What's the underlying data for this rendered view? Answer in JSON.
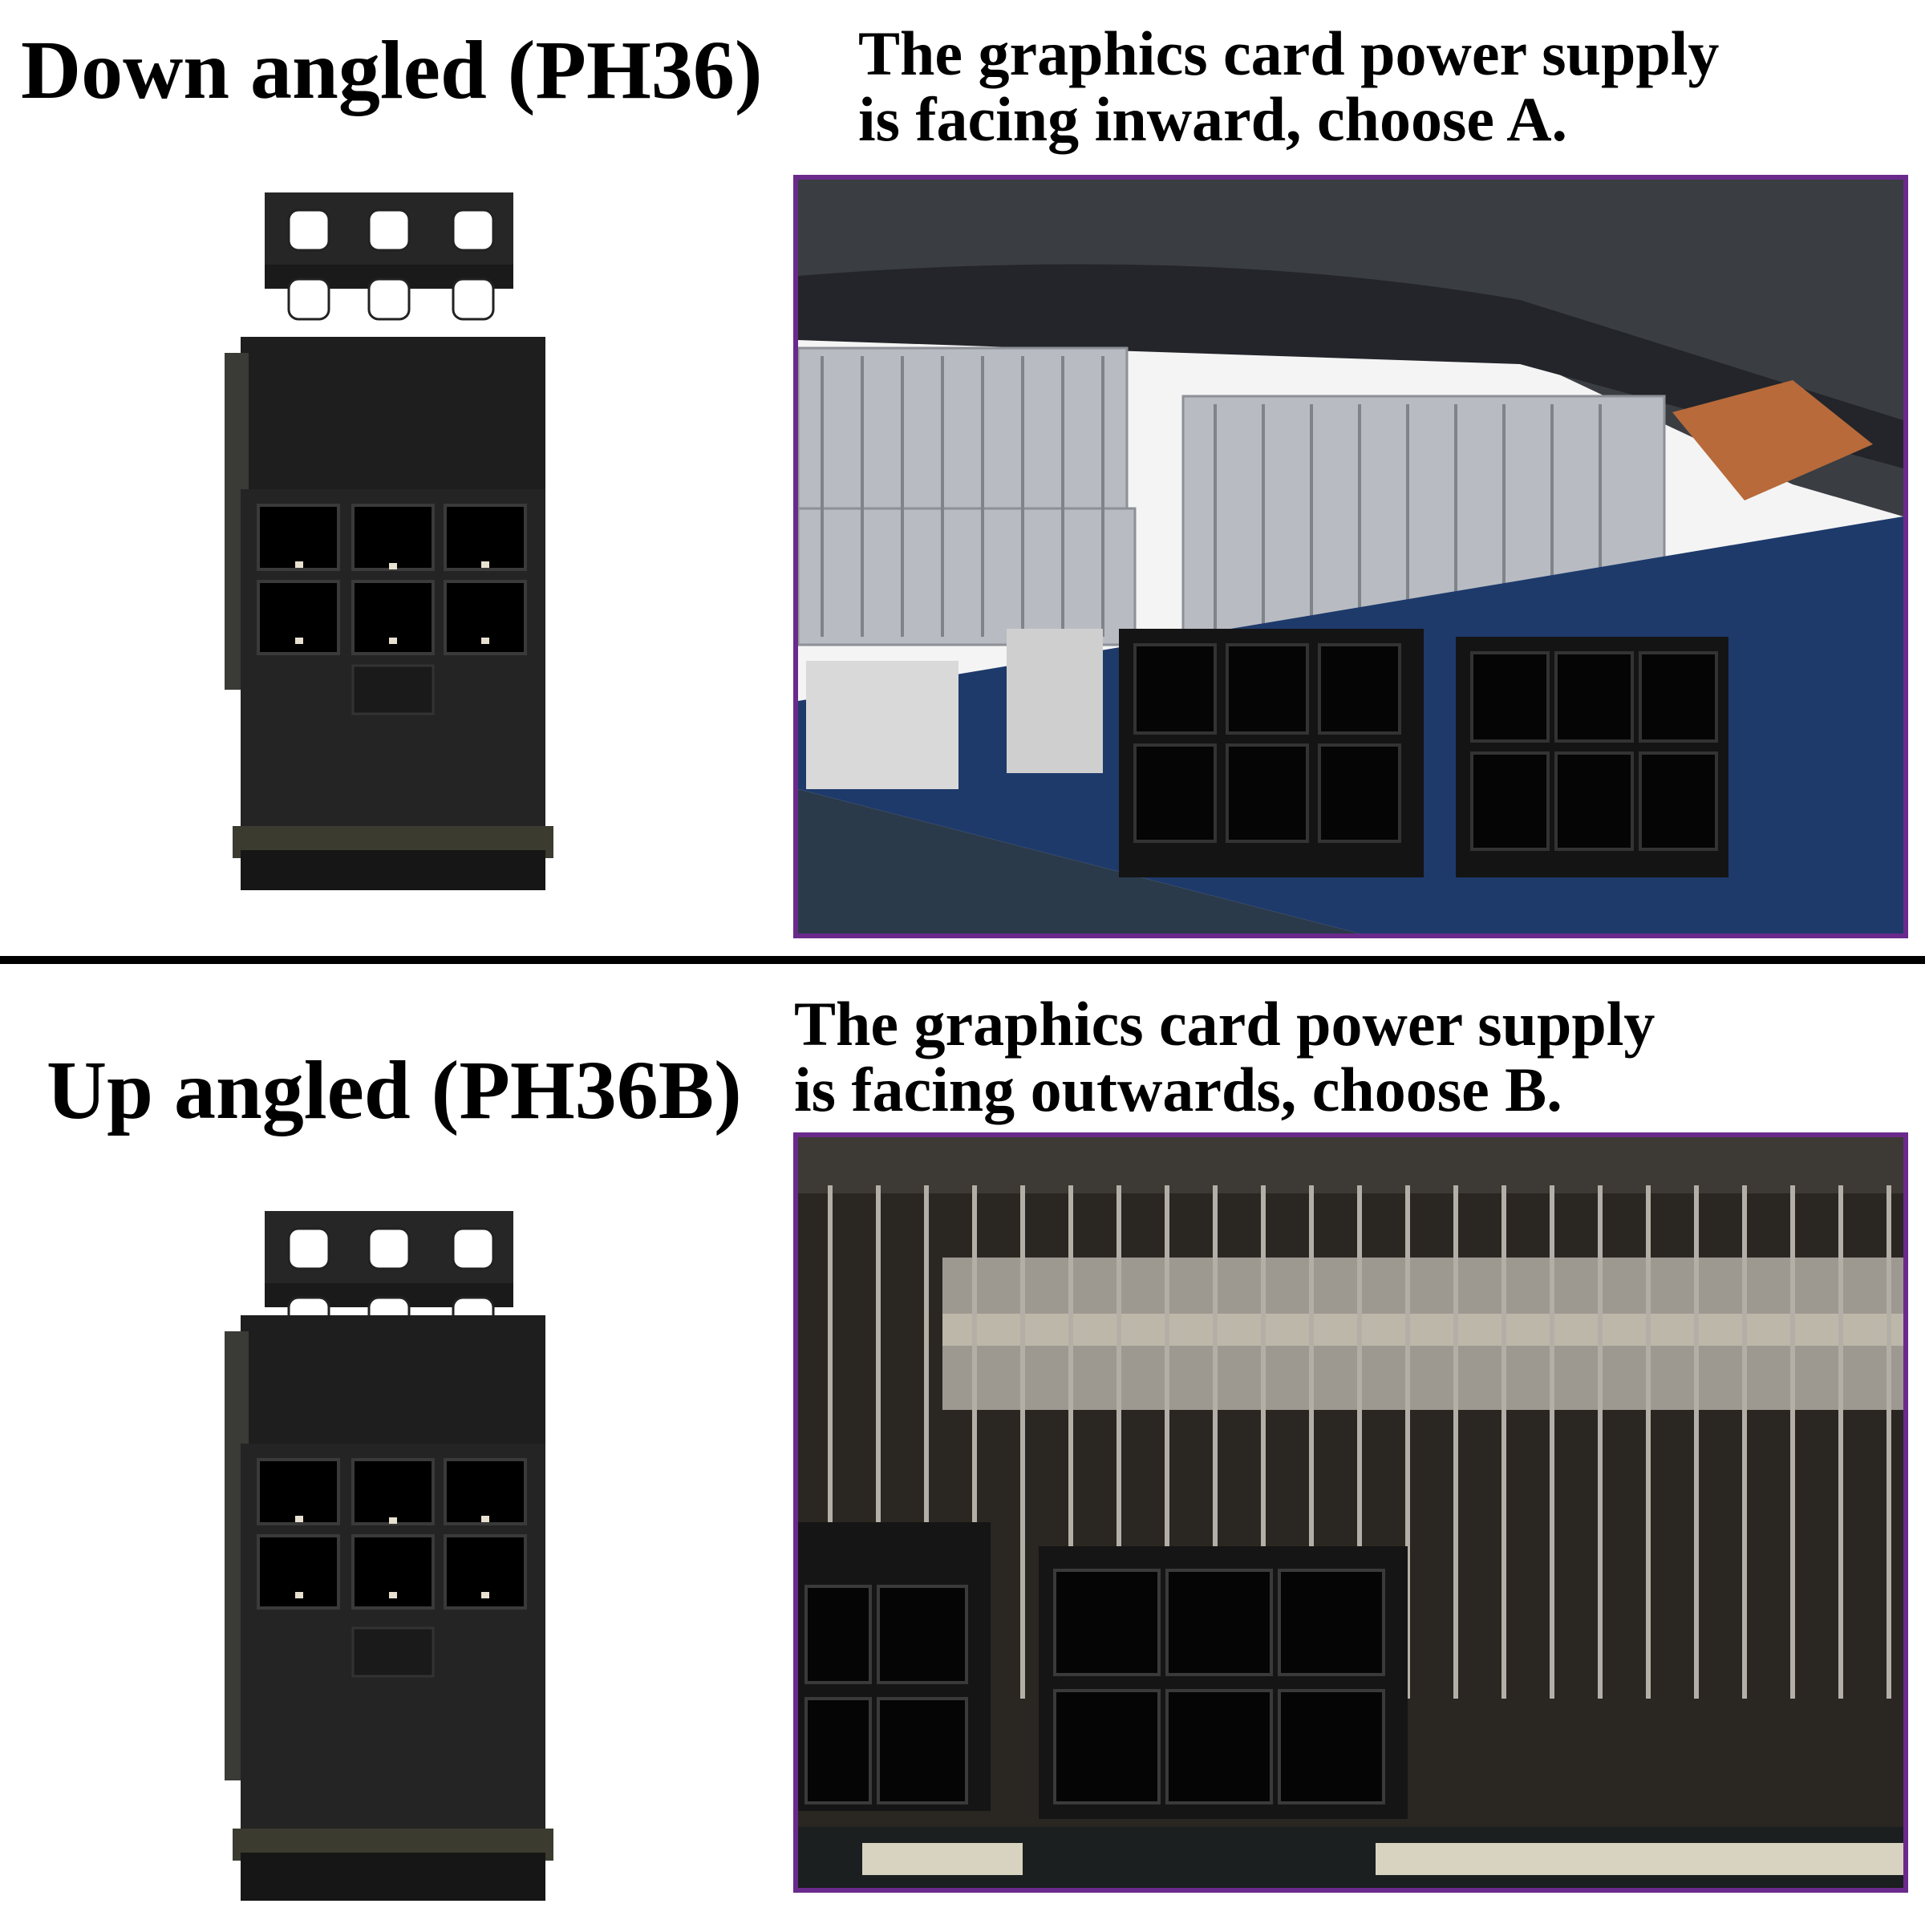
{
  "section_a": {
    "title": "Down angled (PH36)",
    "description_line1": "The graphics card power supply",
    "description_line2": "is facing inward, choose A."
  },
  "section_b": {
    "title": "Up angled (PH36B)",
    "description_line1": "The graphics card power supply",
    "description_line2": "is facing outwards, choose B."
  },
  "colors": {
    "frame_border": "#6a2a8c",
    "divider": "#000000",
    "connector_body": "#1f1f1f"
  }
}
